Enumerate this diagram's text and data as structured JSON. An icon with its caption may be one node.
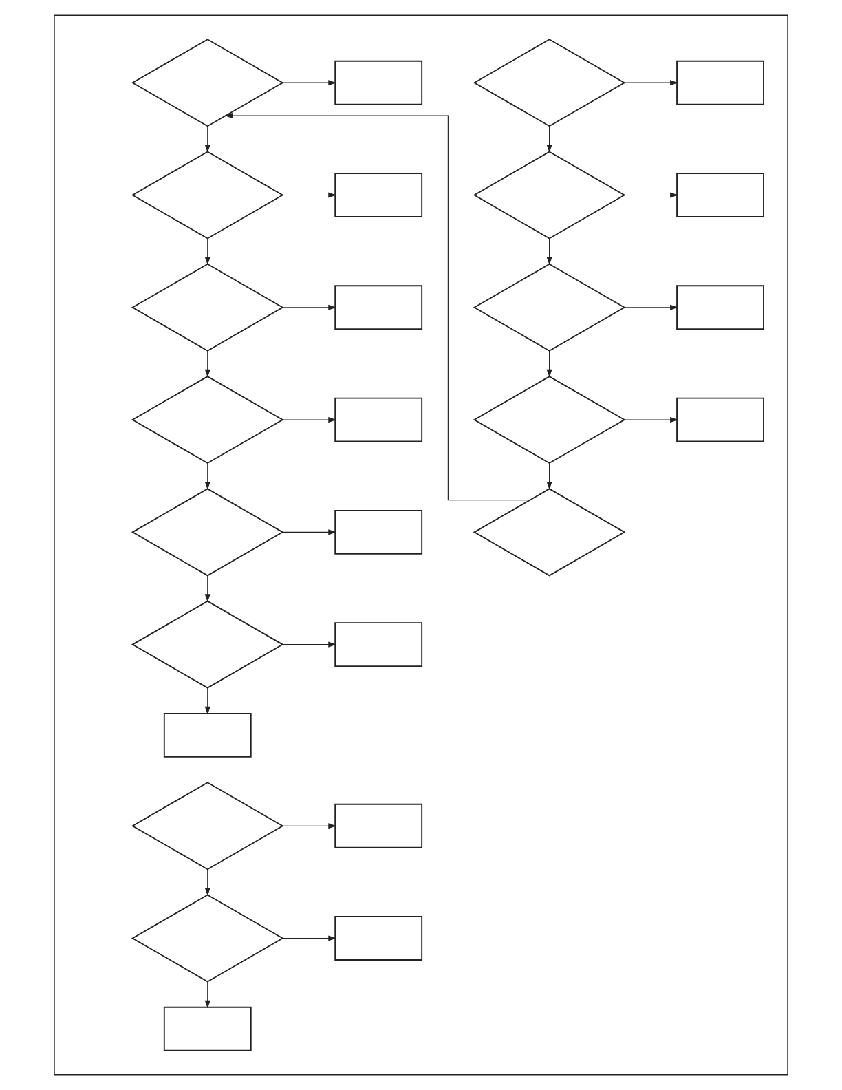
{
  "diagram": {
    "nodes": [
      {
        "text": [],
        "shape": "box"
      },
      {
        "text": [],
        "shape": "diamond",
        "in": 0
      },
      {
        "text": [],
        "shape": "box",
        "in": 0
      },
      {
        "text": [],
        "shape": "diamond",
        "in": 0
      },
      {
        "text": [],
        "shape": "box",
        "in": 0
      },
      {
        "text": [],
        "shape": "diamond",
        "in": 0
      },
      {
        "text": [],
        "shape": "box",
        "in": 0
      },
      {
        "text": [],
        "shape": "diamond",
        "in": 0
      },
      {
        "text": [],
        "shape": "box",
        "in": 0
      },
      {
        "text": [],
        "shape": "diamond",
        "in": 0
      },
      {
        "text": [],
        "shape": "diamond",
        "in": 0
      },
      {
        "text": [],
        "shape": "box",
        "in": 0
      },
      {
        "text": [],
        "shape": "diamond",
        "in": 0
      },
      {
        "text": [],
        "shape": "box",
        "in": 0
      },
      {
        "text": [],
        "shape": "diamond",
        "in": 0
      },
      {
        "text": [],
        "shape": "box",
        "in": 0
      },
      {
        "text": [],
        "shape": "diamond",
        "in": 0
      },
      {
        "text": [],
        "shape": "box",
        "in": 0
      },
      {
        "text": [],
        "shape": "diamond",
        "in": 0
      },
      {
        "text": [],
        "shape": "box",
        "in": 0
      },
      {
        "text": [],
        "shape": "diamond",
        "in": 0
      },
      {
        "text": [],
        "shape": "box",
        "in": 0
      },
      {
        "text": [],
        "shape": "box",
        "in": 0
      },
      {
        "text": [],
        "shape": "diamond",
        "in": 0
      },
      {
        "text": [],
        "shape": "box",
        "in": 0
      },
      {
        "text": [],
        "shape": "diamond",
        "in": 0
      },
      {
        "text": [],
        "shape": "box",
        "in": 0
      },
      {
        "text": [],
        "shape": "box",
        "in": 0
      }
    ],
    "edges": [
      {
        "from": 1,
        "to": 2,
        "arrow": "to"
      },
      {
        "from": 1,
        "to": 3,
        "arrow": "to"
      },
      {
        "from": 3,
        "to": 4,
        "arrow": "to"
      },
      {
        "from": 3,
        "to": 5,
        "arrow": "to"
      },
      {
        "from": 5,
        "to": 6,
        "arrow": "to"
      },
      {
        "from": 5,
        "to": 7,
        "arrow": "to"
      },
      {
        "from": 7,
        "to": 8,
        "arrow": "to"
      },
      {
        "from": 7,
        "to": 9,
        "arrow": "to"
      },
      {
        "from": 9,
        "to": 10,
        "arrow": "to"
      },
      {
        "from": 10,
        "to": 11,
        "arrow": "to"
      },
      {
        "from": 10,
        "to": 12,
        "arrow": "to"
      },
      {
        "from": 12,
        "to": 13,
        "arrow": "to"
      },
      {
        "from": 12,
        "to": 14,
        "arrow": "to"
      },
      {
        "from": 14,
        "to": 15,
        "arrow": "to"
      },
      {
        "from": 14,
        "to": 16,
        "arrow": "to"
      },
      {
        "from": 16,
        "to": 17,
        "arrow": "to"
      },
      {
        "from": 16,
        "to": 18,
        "arrow": "to"
      },
      {
        "from": 18,
        "to": 19,
        "arrow": "to"
      },
      {
        "from": 18,
        "to": 20,
        "arrow": "to"
      },
      {
        "from": 20,
        "to": 21,
        "arrow": "to"
      },
      {
        "from": 20,
        "to": 22,
        "arrow": "to"
      },
      {
        "from": 23,
        "to": 24,
        "arrow": "to"
      },
      {
        "from": 23,
        "to": 25,
        "arrow": "to"
      },
      {
        "from": 25,
        "to": 26,
        "arrow": "to"
      },
      {
        "from": 25,
        "to": 27,
        "arrow": "to"
      }
    ]
  }
}
